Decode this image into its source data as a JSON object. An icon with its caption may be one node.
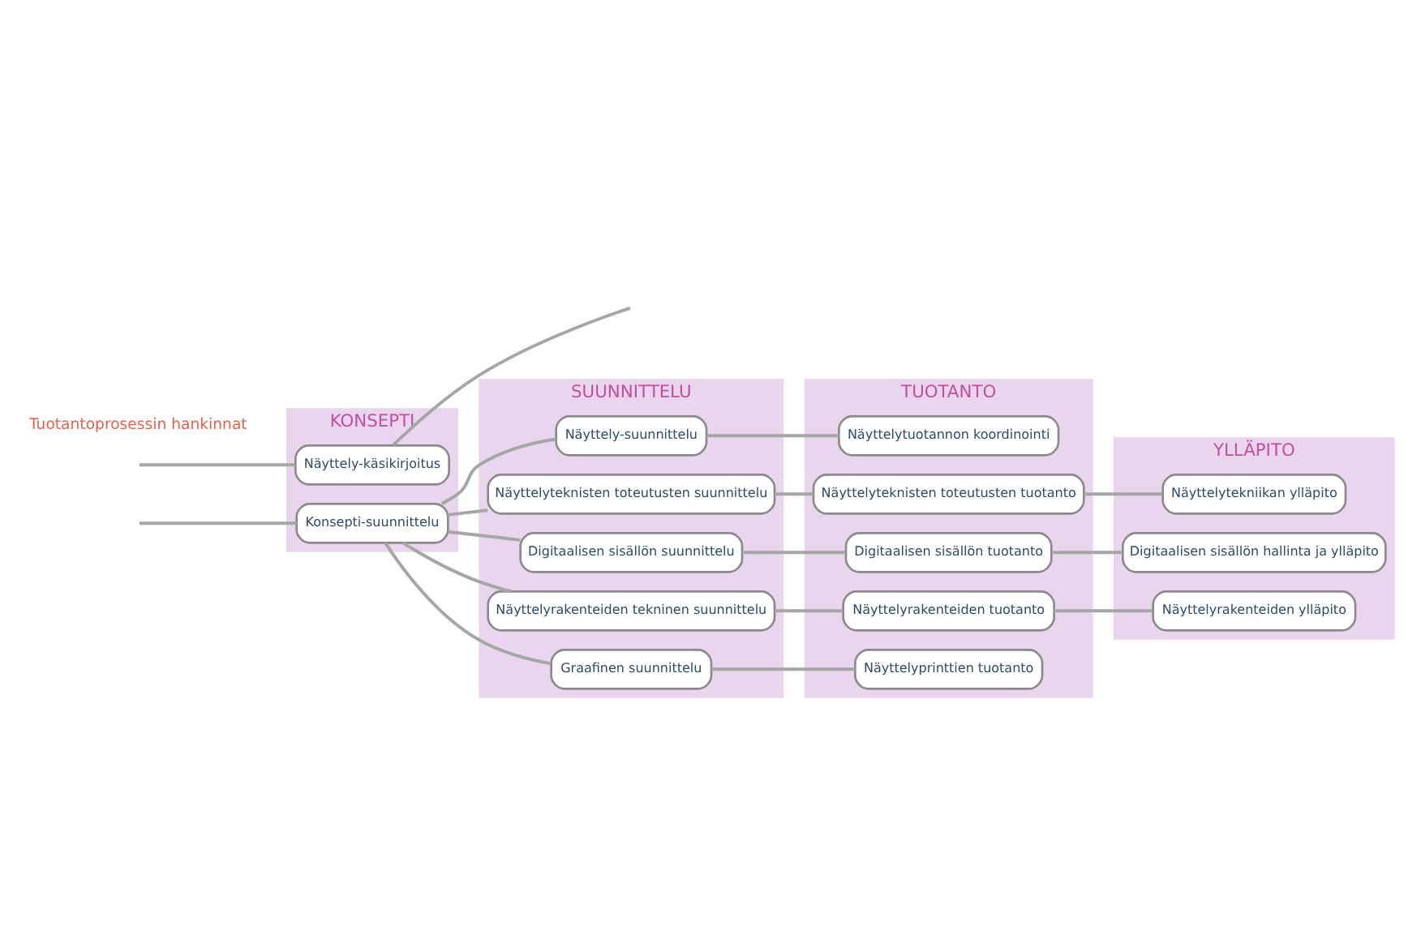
{
  "diagram": {
    "nodes": [
      {
        "text": [
          "KONSEPTI"
        ]
      },
      {
        "text": [
          "Näyttely-käsikirjoitus"
        ],
        "in": 0
      },
      {
        "text": [
          "Konsepti-suunnittelu"
        ],
        "in": 0
      },
      {
        "text": [
          "SUUNNITTELU"
        ]
      },
      {
        "text": [
          "Näyttely-suunnittelu"
        ],
        "in": 3
      },
      {
        "text": [
          "Näyttelyteknisten toteutusten suunnittelu"
        ],
        "in": 3
      },
      {
        "text": [
          "Digitaalisen sisällön suunnittelu"
        ],
        "in": 3
      },
      {
        "text": [
          "Näyttelyrakenteiden tekninen suunnittelu"
        ],
        "in": 3
      },
      {
        "text": [
          "Graafinen suunnittelu"
        ],
        "in": 3
      },
      {
        "text": [
          "TUOTANTO"
        ]
      },
      {
        "text": [
          "Näyttelytuotannon koordinointi"
        ],
        "in": 9
      },
      {
        "text": [
          "Näyttelyteknisten toteutusten tuotanto"
        ],
        "in": 9
      },
      {
        "text": [
          "Digitaalisen sisällön tuotanto"
        ],
        "in": 9
      },
      {
        "text": [
          "Näyttelyrakenteiden tuotanto"
        ],
        "in": 9
      },
      {
        "text": [
          "Näyttelyprinttien tuotanto"
        ],
        "in": 9
      },
      {
        "text": [
          "YLLÄPITO"
        ]
      },
      {
        "text": [
          "Näyttelytekniikan ylläpito"
        ],
        "in": 15
      },
      {
        "text": [
          "Digitaalisen sisällön hallinta ja ylläpito"
        ],
        "in": 15
      },
      {
        "text": [
          "Näyttelyrakenteiden ylläpito"
        ],
        "in": 15
      }
    ],
    "edges": [
      {
        "from": null,
        "to": 1,
        "arrow": "none"
      },
      {
        "from": 1,
        "to": null,
        "arrow": "none"
      },
      {
        "from": null,
        "to": 2,
        "arrow": "none"
      },
      {
        "from": 2,
        "to": 4,
        "arrow": "none"
      },
      {
        "from": 4,
        "to": 10,
        "arrow": "none"
      },
      {
        "from": 2,
        "to": 5,
        "arrow": "none"
      },
      {
        "from": 5,
        "to": 11,
        "arrow": "none"
      },
      {
        "from": 11,
        "to": 16,
        "arrow": "none"
      },
      {
        "from": 2,
        "to": 6,
        "arrow": "none"
      },
      {
        "from": 6,
        "to": 12,
        "arrow": "none"
      },
      {
        "from": 12,
        "to": 17,
        "arrow": "none"
      },
      {
        "from": 2,
        "to": 7,
        "arrow": "none"
      },
      {
        "from": 7,
        "to": 13,
        "arrow": "none"
      },
      {
        "from": 13,
        "to": 18,
        "arrow": "none"
      },
      {
        "from": 2,
        "to": 8,
        "arrow": "none"
      },
      {
        "from": 8,
        "to": 14,
        "arrow": "none"
      }
    ],
    "labels": [
      "Tuotantoprosessin hankinnat"
    ]
  }
}
